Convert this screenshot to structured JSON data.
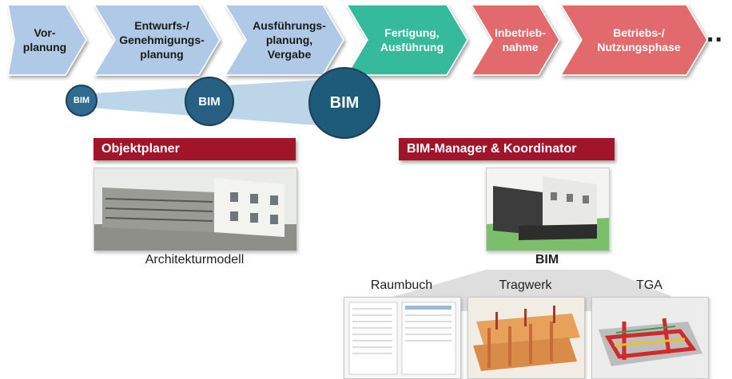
{
  "phases": [
    {
      "label": "Vor-\nplanung",
      "color": "#afc9e6",
      "dark": true
    },
    {
      "label": "Entwurfs-/\nGenehmigungs-\nplanung",
      "color": "#afc9e6",
      "dark": true
    },
    {
      "label": "Ausführungs-\nplanung,\nVergabe",
      "color": "#afc9e6",
      "dark": true
    },
    {
      "label": "Fertigung,\nAusführung",
      "color": "#35bb9c",
      "dark": false
    },
    {
      "label": "Inbetrieb-\nnahme",
      "color": "#e36b6c",
      "dark": false
    },
    {
      "label": "Betriebs-/\nNutzungsphase",
      "color": "#e36b6c",
      "dark": false
    }
  ],
  "ellipsis": "..",
  "bim_growth": {
    "small": "BIM",
    "medium": "BIM",
    "large": "BIM"
  },
  "roles": {
    "left": "Objektplaner",
    "right": "BIM-Manager & Koordinator"
  },
  "captions": {
    "architecture_model": "Architekturmodell",
    "bim": "BIM",
    "raumbuch": "Raumbuch",
    "tragwerk": "Tragwerk",
    "tga": "TGA"
  },
  "colors": {
    "role_bar": "#a2142a",
    "bim_circle_small": "#2f6b8e",
    "bim_circle_medium": "#276082",
    "bim_circle_large": "#1e5a7a",
    "wedge": "#b5d0e6"
  }
}
